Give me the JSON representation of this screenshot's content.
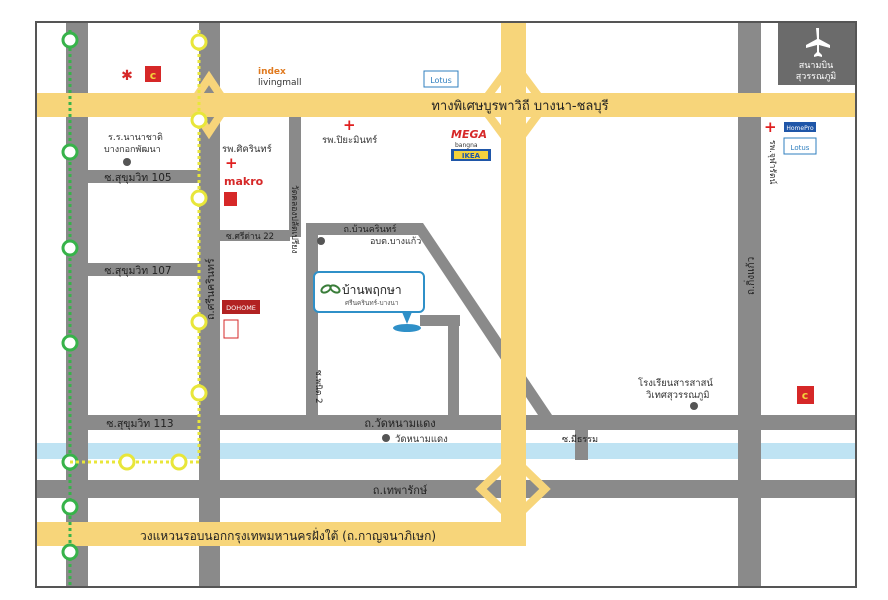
{
  "map": {
    "airport": {
      "icon": "airplane-icon",
      "line1": "สนามบิน",
      "line2": "สุวรรณภูมิ"
    },
    "roads": {
      "bangna_highway": "ทางพิเศษบูรพาวิถี บางนา-ชลบุรี",
      "ring_road": "วงแหวนรอบนอกกรุงเทพมหานครฝั่งใต้ (ถ.กาญจนาภิเษก)",
      "soi_105": "ซ.สุขุมวิท 105",
      "soi_107": "ซ.สุขุมวิท 107",
      "soi_113": "ซ.สุขุมวิท 113",
      "srinakarin": "ถ.ศรีนครินทร์",
      "srisan_22": "ซ.ศรีด่าน 22",
      "wat_nam_daeng": "ถ.วัดหนามแดง",
      "theparak": "ถ.เทพารักษ์",
      "bonwan": "ถ.บ้วนครินทร์",
      "phanit_2": "ซ.พนิต 2",
      "wat_klong": "วัดคลองปลัดเปรียง",
      "king_kaew": "ถ.กิ่งแก้ว",
      "soi_thamma": "ซ.มีธรรม"
    },
    "pois": {
      "school_nanachat": [
        "ร.ร.นานาชาติ",
        "บางกอกพัฒนา"
      ],
      "hosp_srinakarin": "รพ.ศิครินทร์",
      "hosp_piyamin": "รพ.ปิยะมินทร์",
      "makro": "makro",
      "index": "index",
      "livingmall": "livingmall",
      "mega": "MEGA",
      "mega_sub": "bangna",
      "ikea": "IKEA",
      "lotus": "Lotus",
      "homepro": "HomePro",
      "obt": "อบต.บางแก้ว",
      "wat_nam_daeng": "วัดหนามแดง",
      "school_sarasas": [
        "โรงเรียนสารสาสน์",
        "วิเทศสุวรรณภูมิ"
      ],
      "hosp_juroi": "รพ.จุฬารัตน์",
      "obt2": "อบต.บางแก้ว",
      "dohome": "DOHOME"
    },
    "project": {
      "name": "บ้านพฤกษา",
      "sub": "ศรีนครินทร์-บางนา",
      "icon": "leaf-logo-icon"
    },
    "colors": {
      "highway": "#f7d57a",
      "road": "#8c8c8c",
      "green_line": "#37b34a",
      "yellow_line": "#e8e63a",
      "water": "#bfe3f3",
      "project_blue": "#2f90c8"
    }
  }
}
